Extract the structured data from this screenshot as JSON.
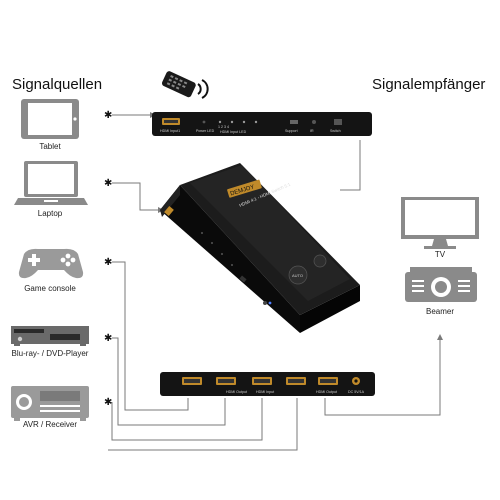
{
  "headings": {
    "sources": "Signalquellen",
    "receivers": "Signalempfänger"
  },
  "sources": [
    {
      "label": "Tablet",
      "icon": "tablet-icon"
    },
    {
      "label": "Laptop",
      "icon": "laptop-icon"
    },
    {
      "label": "Game console",
      "icon": "gamepad-icon"
    },
    {
      "label": "Blu-ray- / DVD-Player",
      "icon": "disc-player-icon"
    },
    {
      "label": "AVR / Receiver",
      "icon": "receiver-icon"
    }
  ],
  "receivers": [
    {
      "label": "TV",
      "icon": "tv-icon"
    },
    {
      "label": "Beamer",
      "icon": "projector-icon"
    }
  ],
  "device": {
    "brand": "DEMJOY",
    "model": "HDMI 4:1 - HDMI Switch 5:1",
    "top_panel": [
      "HDMI Input1",
      "Power LED",
      "1  2  3  4",
      "HDMI Input LED",
      "Support",
      "IR",
      "Switch"
    ],
    "bottom_panel": [
      "HDMI Output",
      "HDMI Input",
      "HDMI Output",
      "DC 5V/1A"
    ]
  },
  "colors": {
    "device": "#141414",
    "wire": "#7a7a7a",
    "icon_gray": "#8a8a8a",
    "connector_amber": "#c08a2a"
  }
}
